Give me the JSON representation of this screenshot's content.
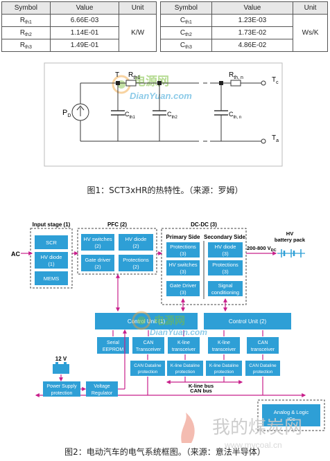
{
  "table_left": {
    "headers": [
      "Symbol",
      "Value",
      "Unit"
    ],
    "rows": [
      {
        "symbol": "R",
        "sub": "th1",
        "value": "6.66E-03"
      },
      {
        "symbol": "R",
        "sub": "th2",
        "value": "1.14E-01"
      },
      {
        "symbol": "R",
        "sub": "th3",
        "value": "1.49E-01"
      }
    ],
    "unit": "K/W"
  },
  "table_right": {
    "headers": [
      "Symbol",
      "Value",
      "Unit"
    ],
    "rows": [
      {
        "symbol": "C",
        "sub": "th1",
        "value": "1.23E-03"
      },
      {
        "symbol": "C",
        "sub": "th2",
        "value": "1.73E-02"
      },
      {
        "symbol": "C",
        "sub": "th3",
        "value": "4.86E-02"
      }
    ],
    "unit": "Ws/K"
  },
  "circuit": {
    "pd": "P",
    "pd_sub": "D",
    "t_label": "T",
    "rth1": "R",
    "rth1_sub": "th1",
    "rthn": "R",
    "rthn_sub": "th, n",
    "tc": "T",
    "tc_sub": "c",
    "ta": "T",
    "ta_sub": "a",
    "cth1": "C",
    "cth1_sub": "th1",
    "cth2": "C",
    "cth2_sub": "th2",
    "cthn": "C",
    "cthn_sub": "th, n"
  },
  "caption1": "图1：SCT3xHR的热特性。（来源：罗姆）",
  "block": {
    "ac": "AC",
    "input_stage": "Input stage (1)",
    "scr": "SCR",
    "hv_diode1": [
      "HV diode",
      "(1)"
    ],
    "mems": "MEMS",
    "pfc": "PFC (2)",
    "pfc_hv_switches": [
      "HV switches",
      "(2)"
    ],
    "pfc_hv_diode": [
      "HV diode",
      "(2)"
    ],
    "pfc_gate_driver": [
      "Gate driver",
      "(2)"
    ],
    "pfc_protections": [
      "Protections",
      "(2)"
    ],
    "dcdc": "DC-DC (3)",
    "primary_side": "Primary Side",
    "secondary_side": "Secondary Side",
    "prim_protections": [
      "Protections",
      "(3)"
    ],
    "prim_hv_switches": [
      "HV switches",
      "(3)"
    ],
    "prim_gate_driver": [
      "Gate Driver",
      "(3)"
    ],
    "sec_hv_diode": [
      "HV diode",
      "(3)"
    ],
    "sec_protections": [
      "Protections",
      "(3)"
    ],
    "sec_signal": [
      "Signal",
      "conditioning"
    ],
    "voltage": "200-800 V",
    "voltage_sub": "DC",
    "hv_battery": [
      "HV",
      "battery pack"
    ],
    "control_unit1": "Control Unit (1)",
    "control_unit2": "Control Unit (2)",
    "serial_eeprom": [
      "Serial",
      "EEPROM"
    ],
    "can1": [
      "CAN",
      "Transceiver"
    ],
    "kline1": [
      "K-line",
      "transceiver"
    ],
    "kline2": [
      "K-line",
      "transceiver"
    ],
    "can2": [
      "CAN",
      "transceiver"
    ],
    "can_dl1": [
      "CAN Dataline",
      "protection"
    ],
    "kline_dl1": [
      "K-line Dataline",
      "protection"
    ],
    "kline_dl2": [
      "K-line Dataline",
      "protection"
    ],
    "can_dl2": [
      "CAN Dataline",
      "protection"
    ],
    "v12": "12 V",
    "power_supply": [
      "Power Supply",
      "protection"
    ],
    "voltage_reg": [
      "Voltage",
      "Regulator"
    ],
    "kline_bus": "K-line bus",
    "can_bus": "CAN bus",
    "analog_logic": [
      "Analog & Logic",
      "ICs"
    ]
  },
  "caption2": "图2：电动汽车的电气系统框图。（来源：意法半导体）",
  "watermark": {
    "cn": "电源网",
    "en": "DianYuan.com",
    "site_cn": "我的煤炭网",
    "site_url": "www.mycoal.cn"
  },
  "colors": {
    "box": "#2e9fd6",
    "arrow": "#c81e8a",
    "wm_green": "#7cbf3c",
    "wm_orange": "#f0a030"
  }
}
